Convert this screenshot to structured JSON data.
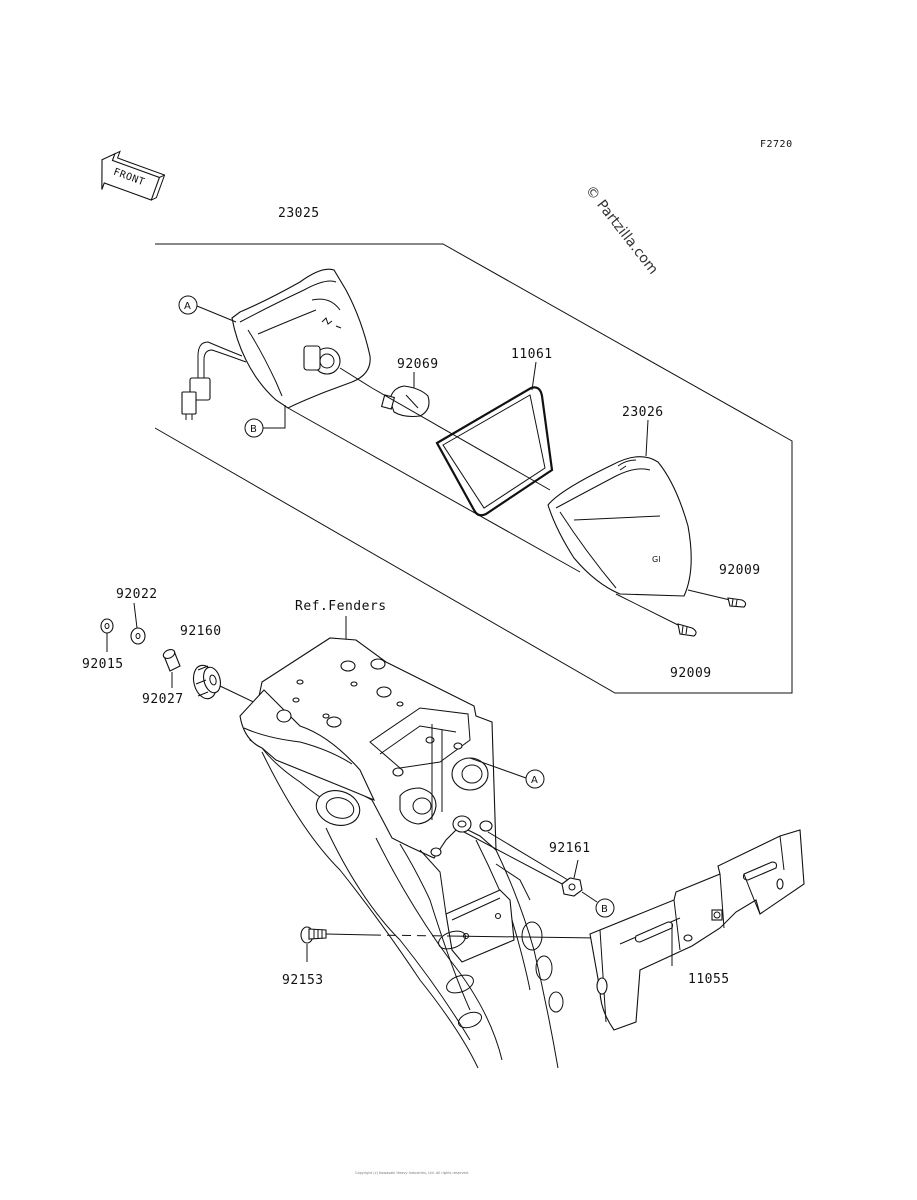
{
  "figure_code": "F2720",
  "watermark": "© Partzilla.com",
  "front_label": "FRONT",
  "copyright": "Copyright (c) Kawasaki Heavy Industries, Ltd. All rights reserved.",
  "labels": {
    "p23025": "23025",
    "p92069": "92069",
    "p11061": "11061",
    "p23026": "23026",
    "p92009a": "92009",
    "p92009b": "92009",
    "p92022": "92022",
    "p92015": "92015",
    "p92160": "92160",
    "p92027": "92027",
    "ref_fenders": "Ref.Fenders",
    "p92161": "92161",
    "p92153": "92153",
    "p11055": "11055"
  },
  "callouts": {
    "a_top": "A",
    "b_top": "B",
    "a_frame": "A",
    "b_frame": "B"
  }
}
